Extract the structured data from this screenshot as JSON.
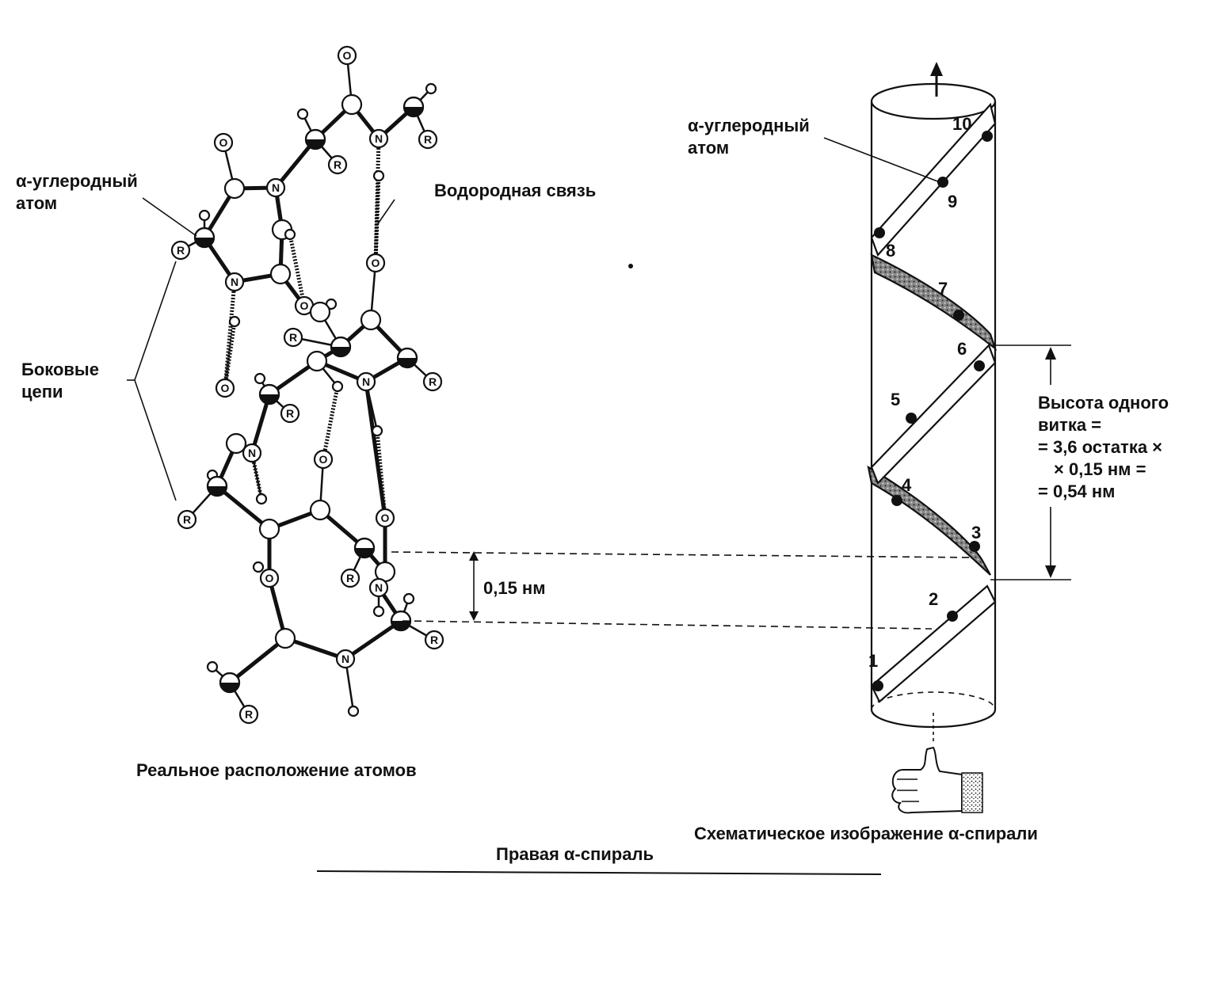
{
  "labels": {
    "alpha_carbon_left": "α-углеродный",
    "alpha_carbon_left_2": "атом",
    "hydrogen_bond": "Водородная связь",
    "side_chains_1": "Боковые",
    "side_chains_2": "цепи",
    "rise_per_residue": "0,15 нм",
    "real_arrangement": "Реальное расположение атомов",
    "alpha_carbon_right": "α-углеродный",
    "alpha_carbon_right_2": "атом",
    "pitch_1": "Высота одного",
    "pitch_2": "витка =",
    "pitch_3": "= 3,6 остатка ×",
    "pitch_4": "× 0,15 нм =",
    "pitch_5": "= 0,54 нм",
    "schematic": "Схематическое изображение α-спирали",
    "right_helix": "Правая α-спираль"
  },
  "residue_numbers": [
    "1",
    "2",
    "3",
    "4",
    "5",
    "6",
    "7",
    "8",
    "9",
    "10"
  ],
  "atom_symbols": {
    "oxygen": "O",
    "nitrogen": "N",
    "side_chain": "R"
  },
  "colors": {
    "ink": "#111111",
    "background": "#ffffff",
    "shading": "#777777"
  }
}
